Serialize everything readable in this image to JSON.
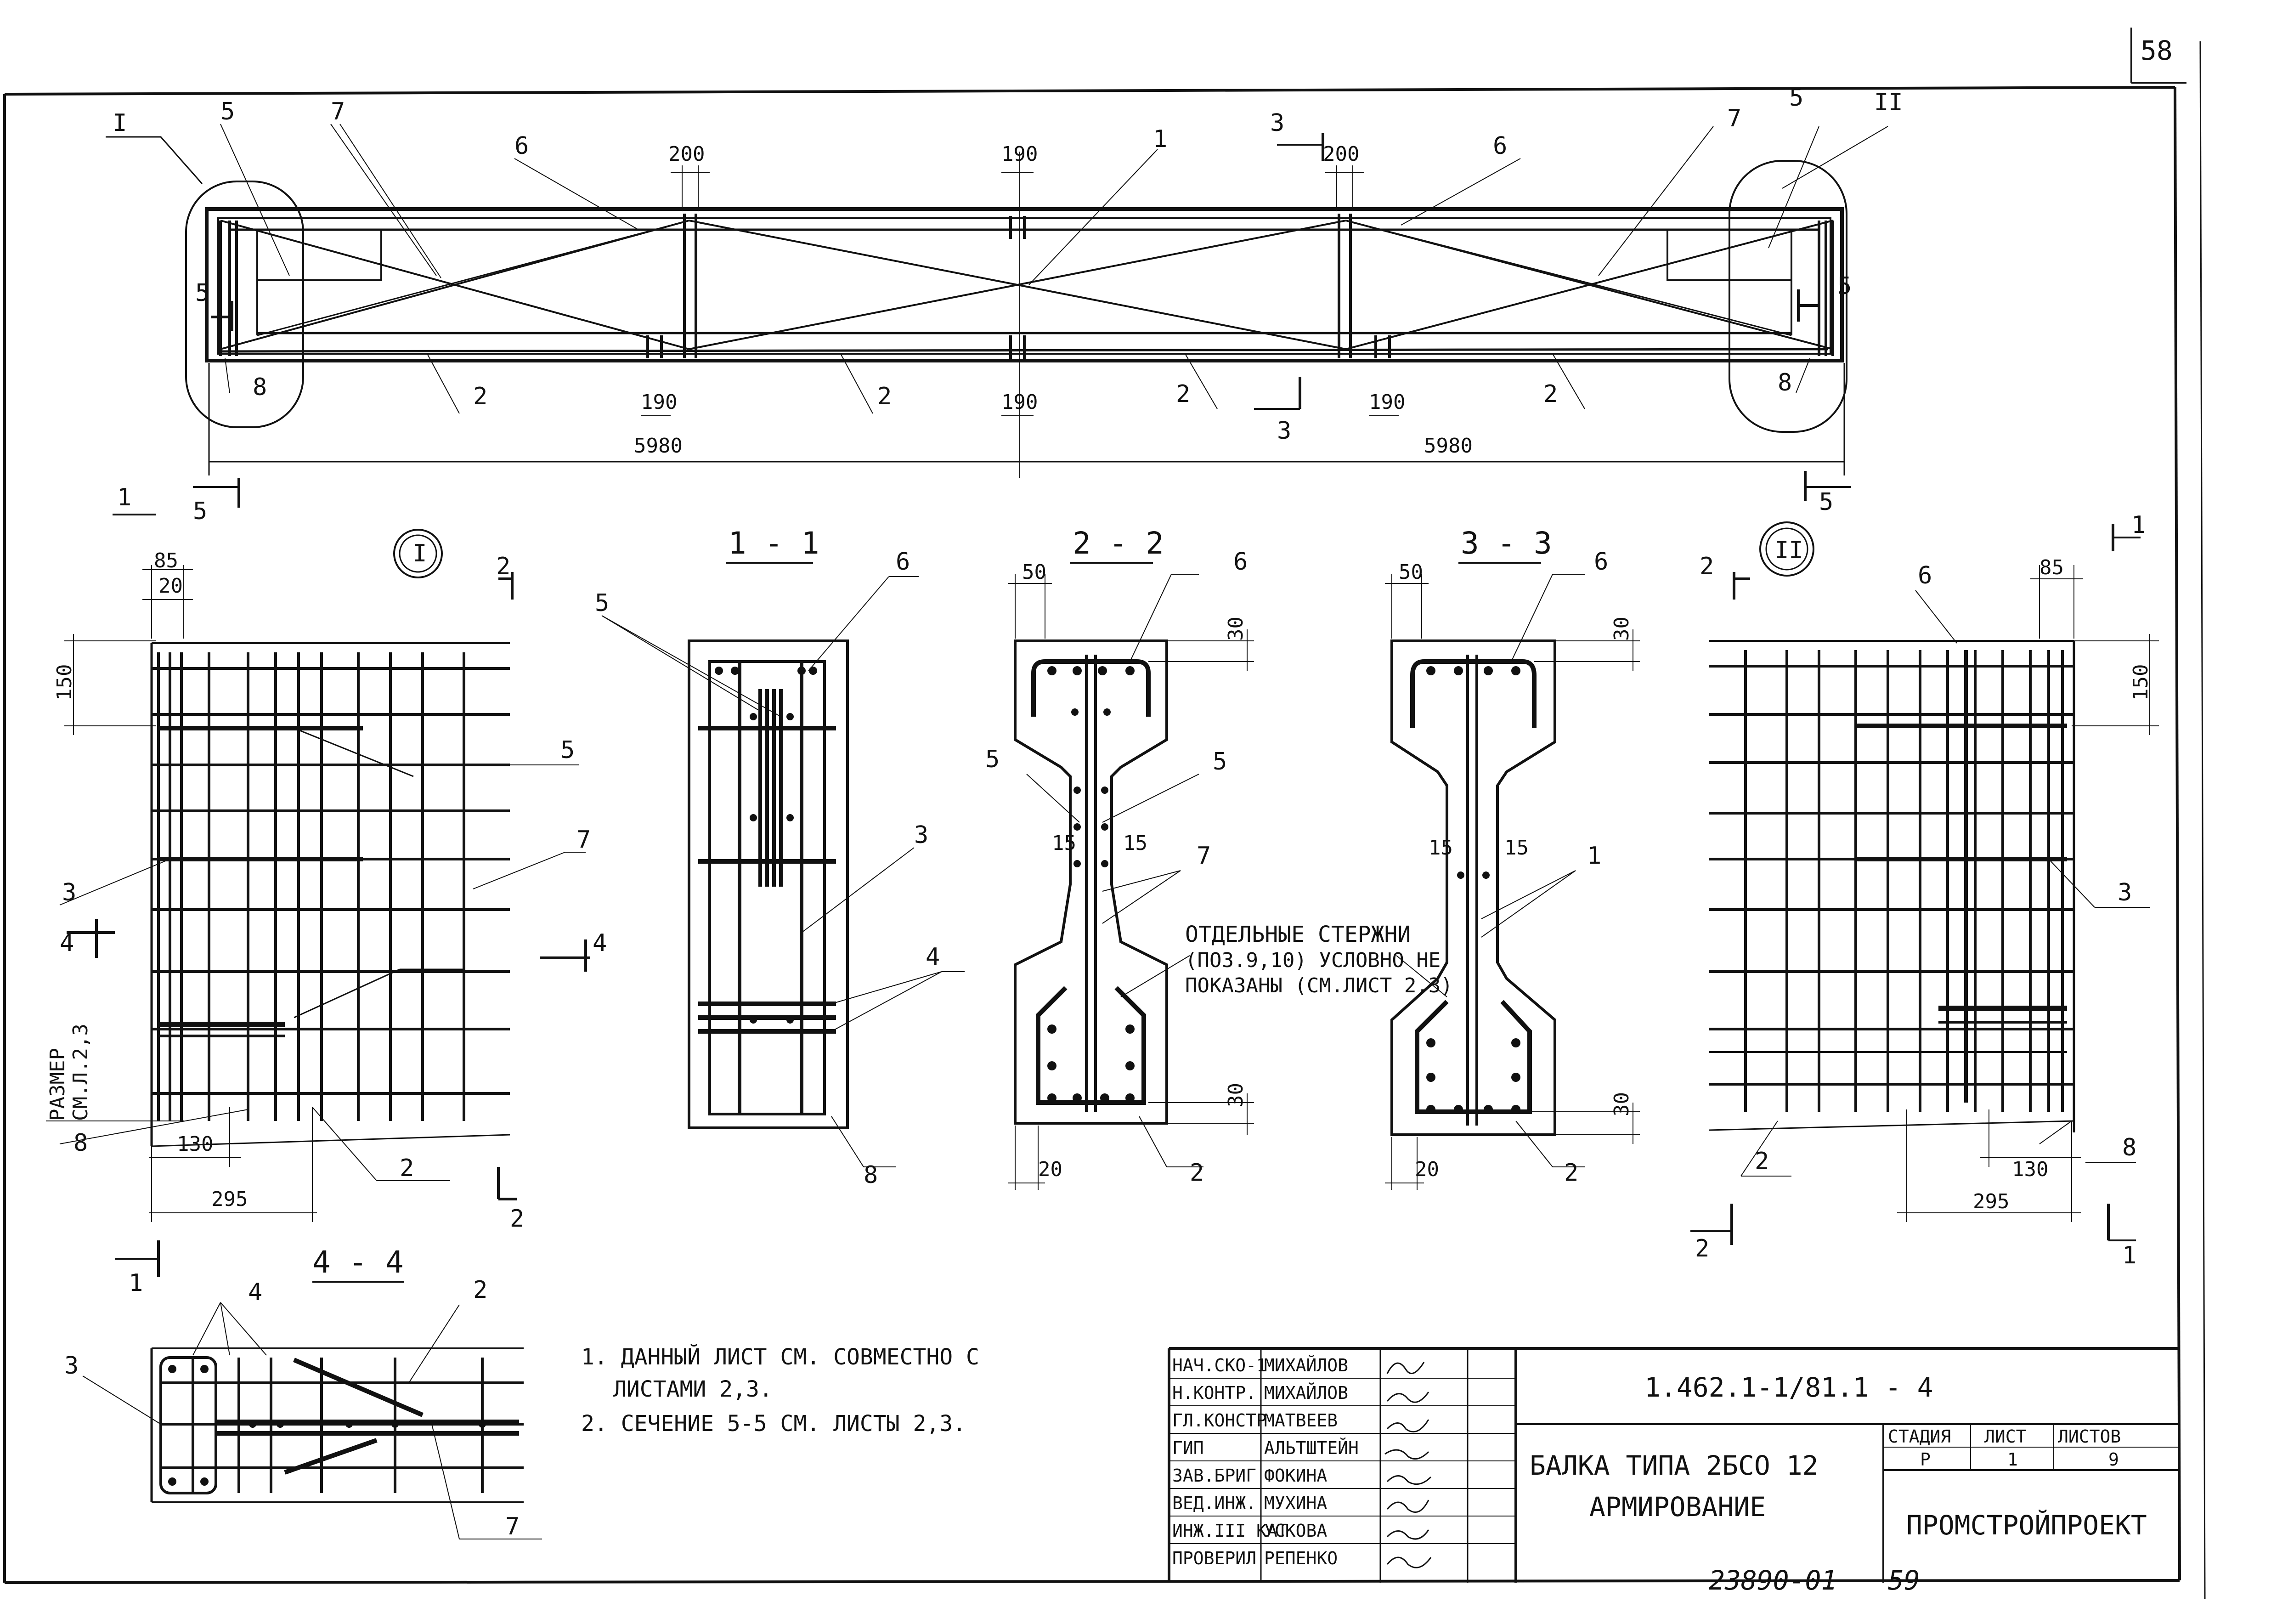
{
  "sheet": {
    "page_number": "58",
    "stamp_bottom": "23890-01",
    "stamp_bottom_page": "59"
  },
  "elevation": {
    "dims": {
      "d200_left": "200",
      "d200_right": "200",
      "d190_top": "190",
      "d190_mid": "190",
      "d190_left": "190",
      "d190_right": "190",
      "span_left": "5980",
      "span_right": "5980"
    },
    "callouts": {
      "I": "I",
      "II": "II",
      "s5": "5",
      "s7": "7",
      "s6": "6",
      "s1": "1",
      "s2": "2",
      "s8": "8",
      "s3": "3"
    }
  },
  "sections": {
    "detail_I": "I",
    "detail_II": "II",
    "s11": "1 - 1",
    "s22": "2 - 2",
    "s33": "3 - 3",
    "s44": "4 - 4",
    "cut1": "1",
    "cut2": "2",
    "cut4": "4"
  },
  "detail_dims": {
    "d85": "85",
    "d20": "20",
    "d150": "150",
    "d130": "130",
    "d295": "295",
    "d50": "50",
    "d30": "30",
    "d15": "15",
    "d20b": "20",
    "size_note_1": "РАЗМЕР",
    "size_note_2": "СМ.Л.2,3"
  },
  "callout_numbers": {
    "n1": "1",
    "n2": "2",
    "n3": "3",
    "n4": "4",
    "n5": "5",
    "n6": "6",
    "n7": "7",
    "n8": "8"
  },
  "annotation": {
    "line1": "ОТДЕЛЬНЫЕ СТЕРЖНИ",
    "line2": "(ПОЗ.9,10) УСЛОВНО НЕ",
    "line3": "ПОКАЗАНЫ (СМ.ЛИСТ 2,3)"
  },
  "notes": [
    "1. ДАННЫЙ ЛИСТ СМ. СОВМЕСТНО С",
    "ЛИСТАМИ 2,3.",
    "2. СЕЧЕНИЕ 5-5 СМ. ЛИСТЫ 2,3."
  ],
  "title_block": {
    "roles": [
      "НАЧ.СКО-1",
      "Н.КОНТР.",
      "ГЛ.КОНСТР",
      "ГИП",
      "ЗАВ.БРИГ",
      "ВЕД.ИНЖ.",
      "ИНЖ.III КАТ",
      "ПРОВЕРИЛ"
    ],
    "names": [
      "МИХАЙЛОВ",
      "МИХАЙЛОВ",
      "МАТВЕЕВ",
      "АЛЬТШТЕЙН",
      "ФОКИНА",
      "МУХИНА",
      "УСКОВА",
      "РЕПЕНКО"
    ],
    "doc_code": "1.462.1-1/81.1 - 4",
    "title_line1": "БАЛКА ТИПА 2БСО 12",
    "title_line2": "АРМИРОВАНИЕ",
    "stage_header": "СТАДИЯ",
    "sheet_header": "ЛИСТ",
    "sheets_header": "ЛИСТОВ",
    "stage_value": "Р",
    "sheet_value": "1",
    "sheets_value": "9",
    "org": "ПРОМСТРОЙПРОЕКТ"
  }
}
